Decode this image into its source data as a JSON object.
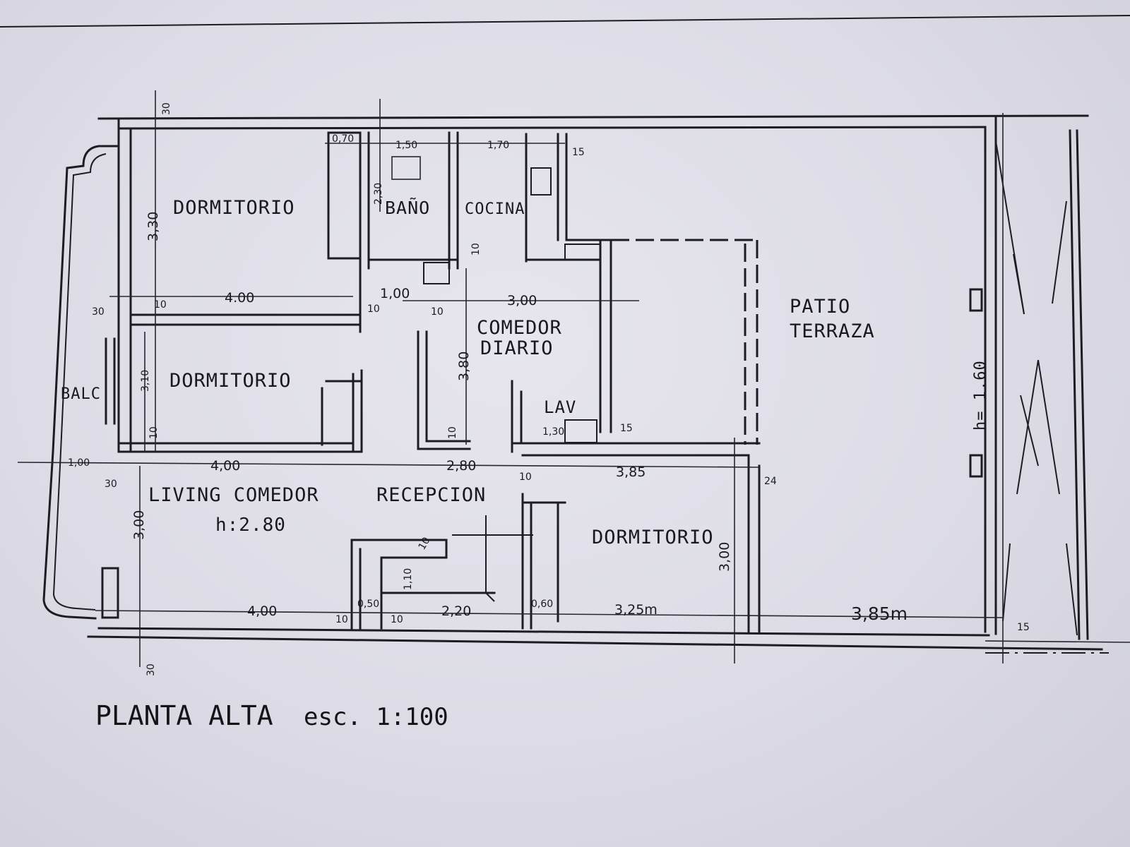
{
  "rooms": {
    "dormitorio_1": "DORMITORIO",
    "bano": "BAÑO",
    "cocina": "COCINA",
    "dormitorio_2": "DORMITORIO",
    "comedor_diario_1": "COMEDOR",
    "comedor_diario_2": "DIARIO",
    "lav": "LAV",
    "patio_1": "PATIO",
    "patio_2": "TERRAZA",
    "balcon": "BALC",
    "living": "LIVING COMEDOR",
    "recepcion": "RECEPCION",
    "living_height": "h:2.80",
    "dormitorio_3": "DORMITORIO",
    "terraza_height": "h= 1.60"
  },
  "dims": {
    "top_wall": "30",
    "d070": "0,70",
    "d150": "1,50",
    "d170": "1,70",
    "d15a": "15",
    "d230": "2,30",
    "d330": "3,30",
    "d10a": "10",
    "d400a": "4.00",
    "d100a": "1,00",
    "d300a": "3,00",
    "d30a": "30",
    "d10b": "10",
    "d10c": "10",
    "d10d": "10",
    "d310": "3,10",
    "d380": "3,80",
    "d130": "1,30",
    "d15b": "15",
    "d10e": "10",
    "d10f": "10",
    "d100b": "1,00",
    "d400b": "4,00",
    "d280": "2,80",
    "d385a": "3,85",
    "d24": "24",
    "d10g": "10",
    "d30b": "30",
    "d300b": "3,00",
    "d10h": "10",
    "d110": "1,10",
    "d300c": "3,00",
    "d400c": "4,00",
    "d050": "0,50",
    "d10i": "10",
    "d10j": "10",
    "d220": "2,20",
    "d060": "0,60",
    "d325": "3,25m",
    "d385b": "3,85m",
    "d15c": "15",
    "d30c": "30"
  },
  "title": {
    "plan": "PLANTA ALTA",
    "scale": "esc. 1:100"
  }
}
